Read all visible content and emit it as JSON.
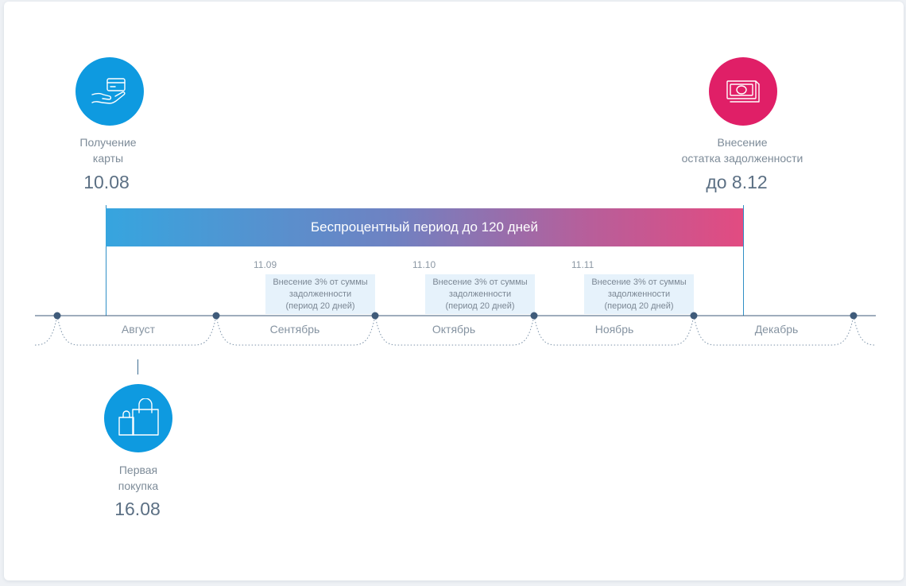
{
  "card_receipt": {
    "icon": "card-in-hand-icon",
    "label_line1": "Получение",
    "label_line2": "карты",
    "date": "10.08",
    "color": "#0e9ae0"
  },
  "debt_payment": {
    "icon": "banknote-icon",
    "label_line1": "Внесение",
    "label_line2": "остатка задолженности",
    "date": "до 8.12",
    "color": "#e01f67"
  },
  "first_purchase": {
    "icon": "shopping-bags-icon",
    "label_line1": "Первая",
    "label_line2": "покупка",
    "date": "16.08",
    "color": "#0e9ae0"
  },
  "grace_period": {
    "label": "Беспроцентный период до 120 дней",
    "gradient_from": "#36a5df",
    "gradient_to": "#e24b81"
  },
  "payments": [
    {
      "date": "11.09",
      "line1": "Внесение 3% от суммы",
      "line2": "задолженности",
      "line3": "(период 20 дней)"
    },
    {
      "date": "11.10",
      "line1": "Внесение 3% от суммы",
      "line2": "задолженности",
      "line3": "(период 20 дней)"
    },
    {
      "date": "11.11",
      "line1": "Внесение 3% от суммы",
      "line2": "задолженности",
      "line3": "(период 20 дней)"
    }
  ],
  "months": [
    "Август",
    "Сентябрь",
    "Октябрь",
    "Ноябрь",
    "Декабрь"
  ],
  "colors": {
    "timeline": "#3f5b7a",
    "accent_blue": "#0e9ae0",
    "accent_pink": "#e01f67"
  }
}
